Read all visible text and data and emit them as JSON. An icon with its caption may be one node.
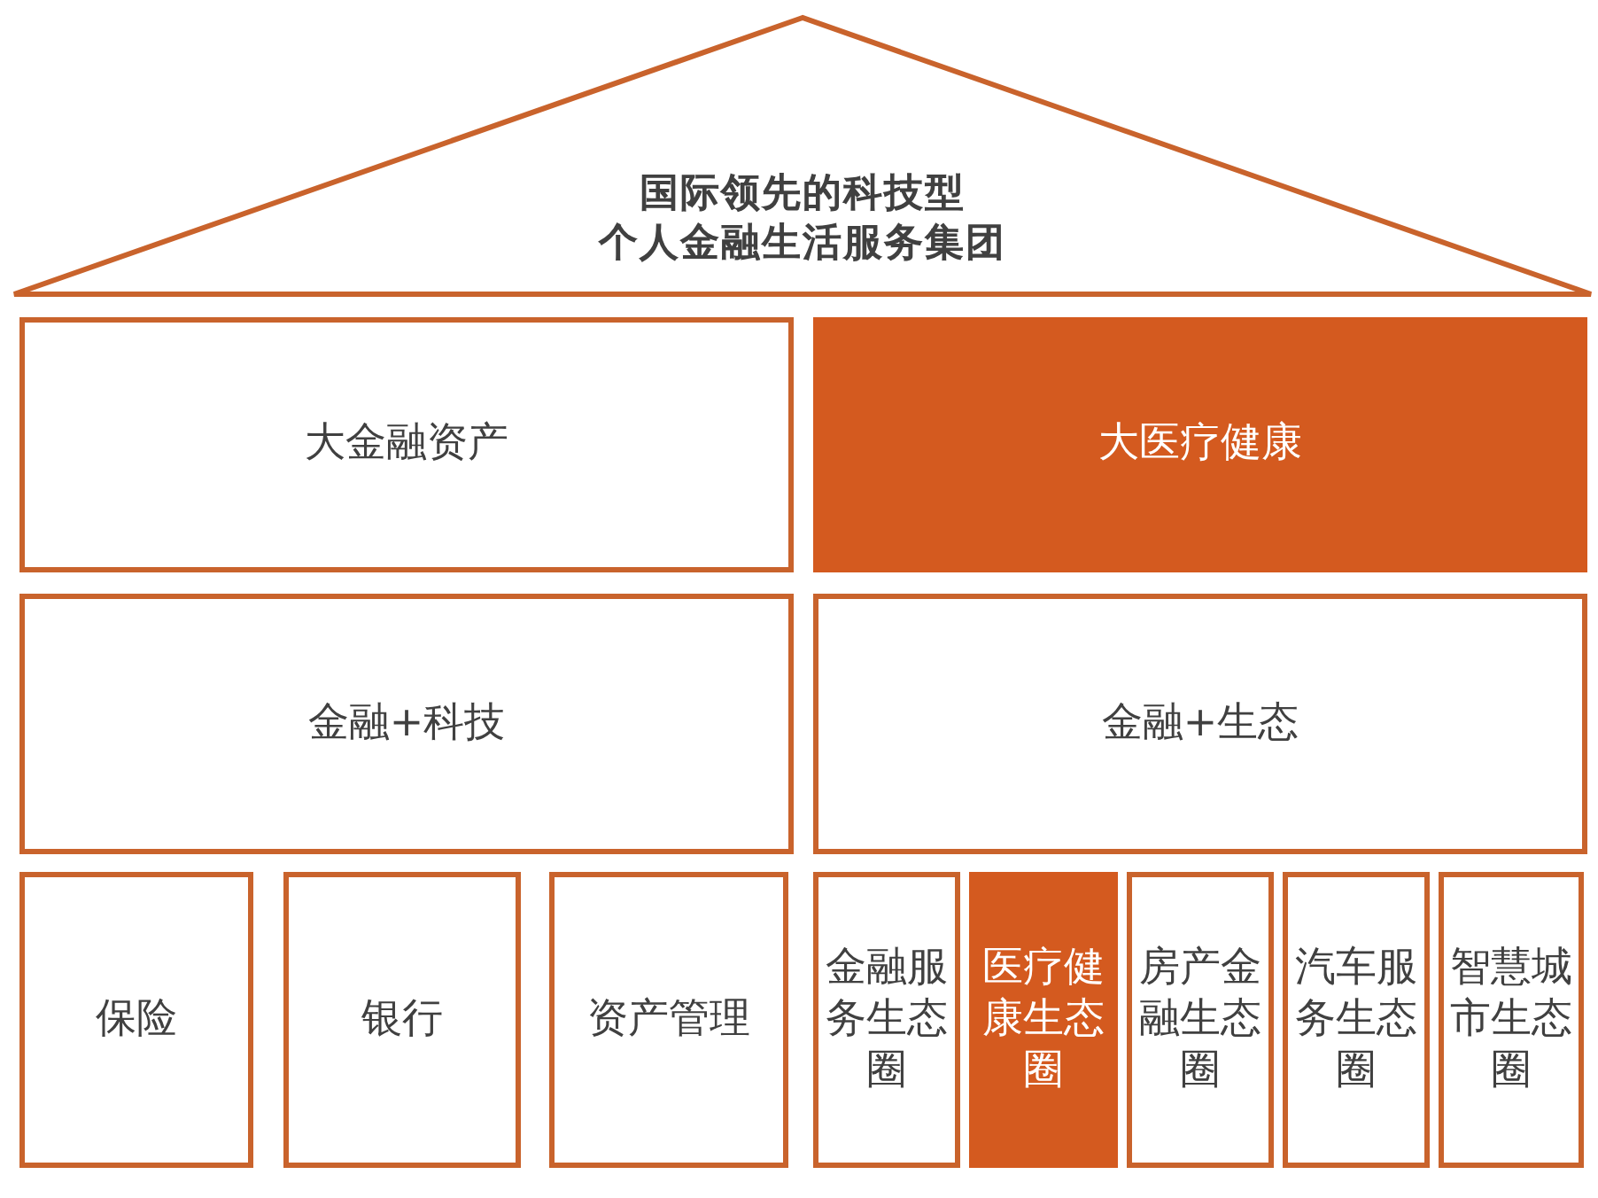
{
  "diagram": {
    "nodes": [
      {
        "text": [
          "国际领先的科技型个人金融生活服务集团"
        ]
      },
      {
        "text": [
          "大金融资产"
        ]
      },
      {
        "text": [
          "大医疗健康"
        ]
      },
      {
        "text": [
          "金融+科技"
        ]
      },
      {
        "text": [
          "金融+生态"
        ]
      },
      {
        "text": [
          "保险"
        ]
      },
      {
        "text": [
          "银行"
        ]
      },
      {
        "text": [
          "资产管理"
        ]
      },
      {
        "text": [
          "金融服务生态圈"
        ]
      },
      {
        "text": [
          "医疗健康生态圈"
        ]
      },
      {
        "text": [
          "房产金融生态圈"
        ]
      },
      {
        "text": [
          "汽车服务生态圈"
        ]
      },
      {
        "text": [
          "智慧城市生态圈"
        ]
      }
    ]
  }
}
